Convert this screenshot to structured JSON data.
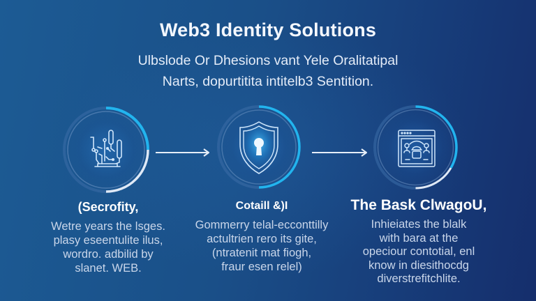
{
  "header": {
    "title": "Web3 Identity Solutions",
    "subtitle_lines": [
      "Ulbslode Or Dhesions vant Yele Oralitatipal",
      "Narts, dopurtitita intitelb3 Sentition."
    ]
  },
  "colors": {
    "background_left": "#1c5b94",
    "background_right": "#152e6c",
    "ring_accent": "#22b4ee",
    "ring_track": "#3c6ea8",
    "ring_light": "#dfe9f6",
    "icon_stroke": "#cfe6fb",
    "keyhole_glow": "#4fc3f7",
    "arrow": "#e6eef8"
  },
  "steps": [
    {
      "icon": "circuit-hand-icon",
      "heading": "(Secrofity,",
      "description": [
        "Wetre years the lsges.",
        "plasy eseentulite ilus,",
        "wordro. adbilid by",
        "slanet. WEB."
      ]
    },
    {
      "icon": "shield-keyhole-icon",
      "heading": "Cotaill &)I",
      "description": [
        "Gommerry telal-ecconttilly",
        "actultrien rero its gite,",
        "(ntratenit mat fiogh,",
        "fraur esen relel)"
      ]
    },
    {
      "icon": "browser-users-icon",
      "heading": "The Bask ClwagoU,",
      "description": [
        "Inhieiates the blalk",
        "with bara at the",
        "opeciour contotial, enl",
        "know in diesithocdg",
        "diverstrefitchlite."
      ]
    }
  ],
  "arrows": [
    {
      "from": 1,
      "to": 2
    },
    {
      "from": 2,
      "to": 3
    }
  ]
}
